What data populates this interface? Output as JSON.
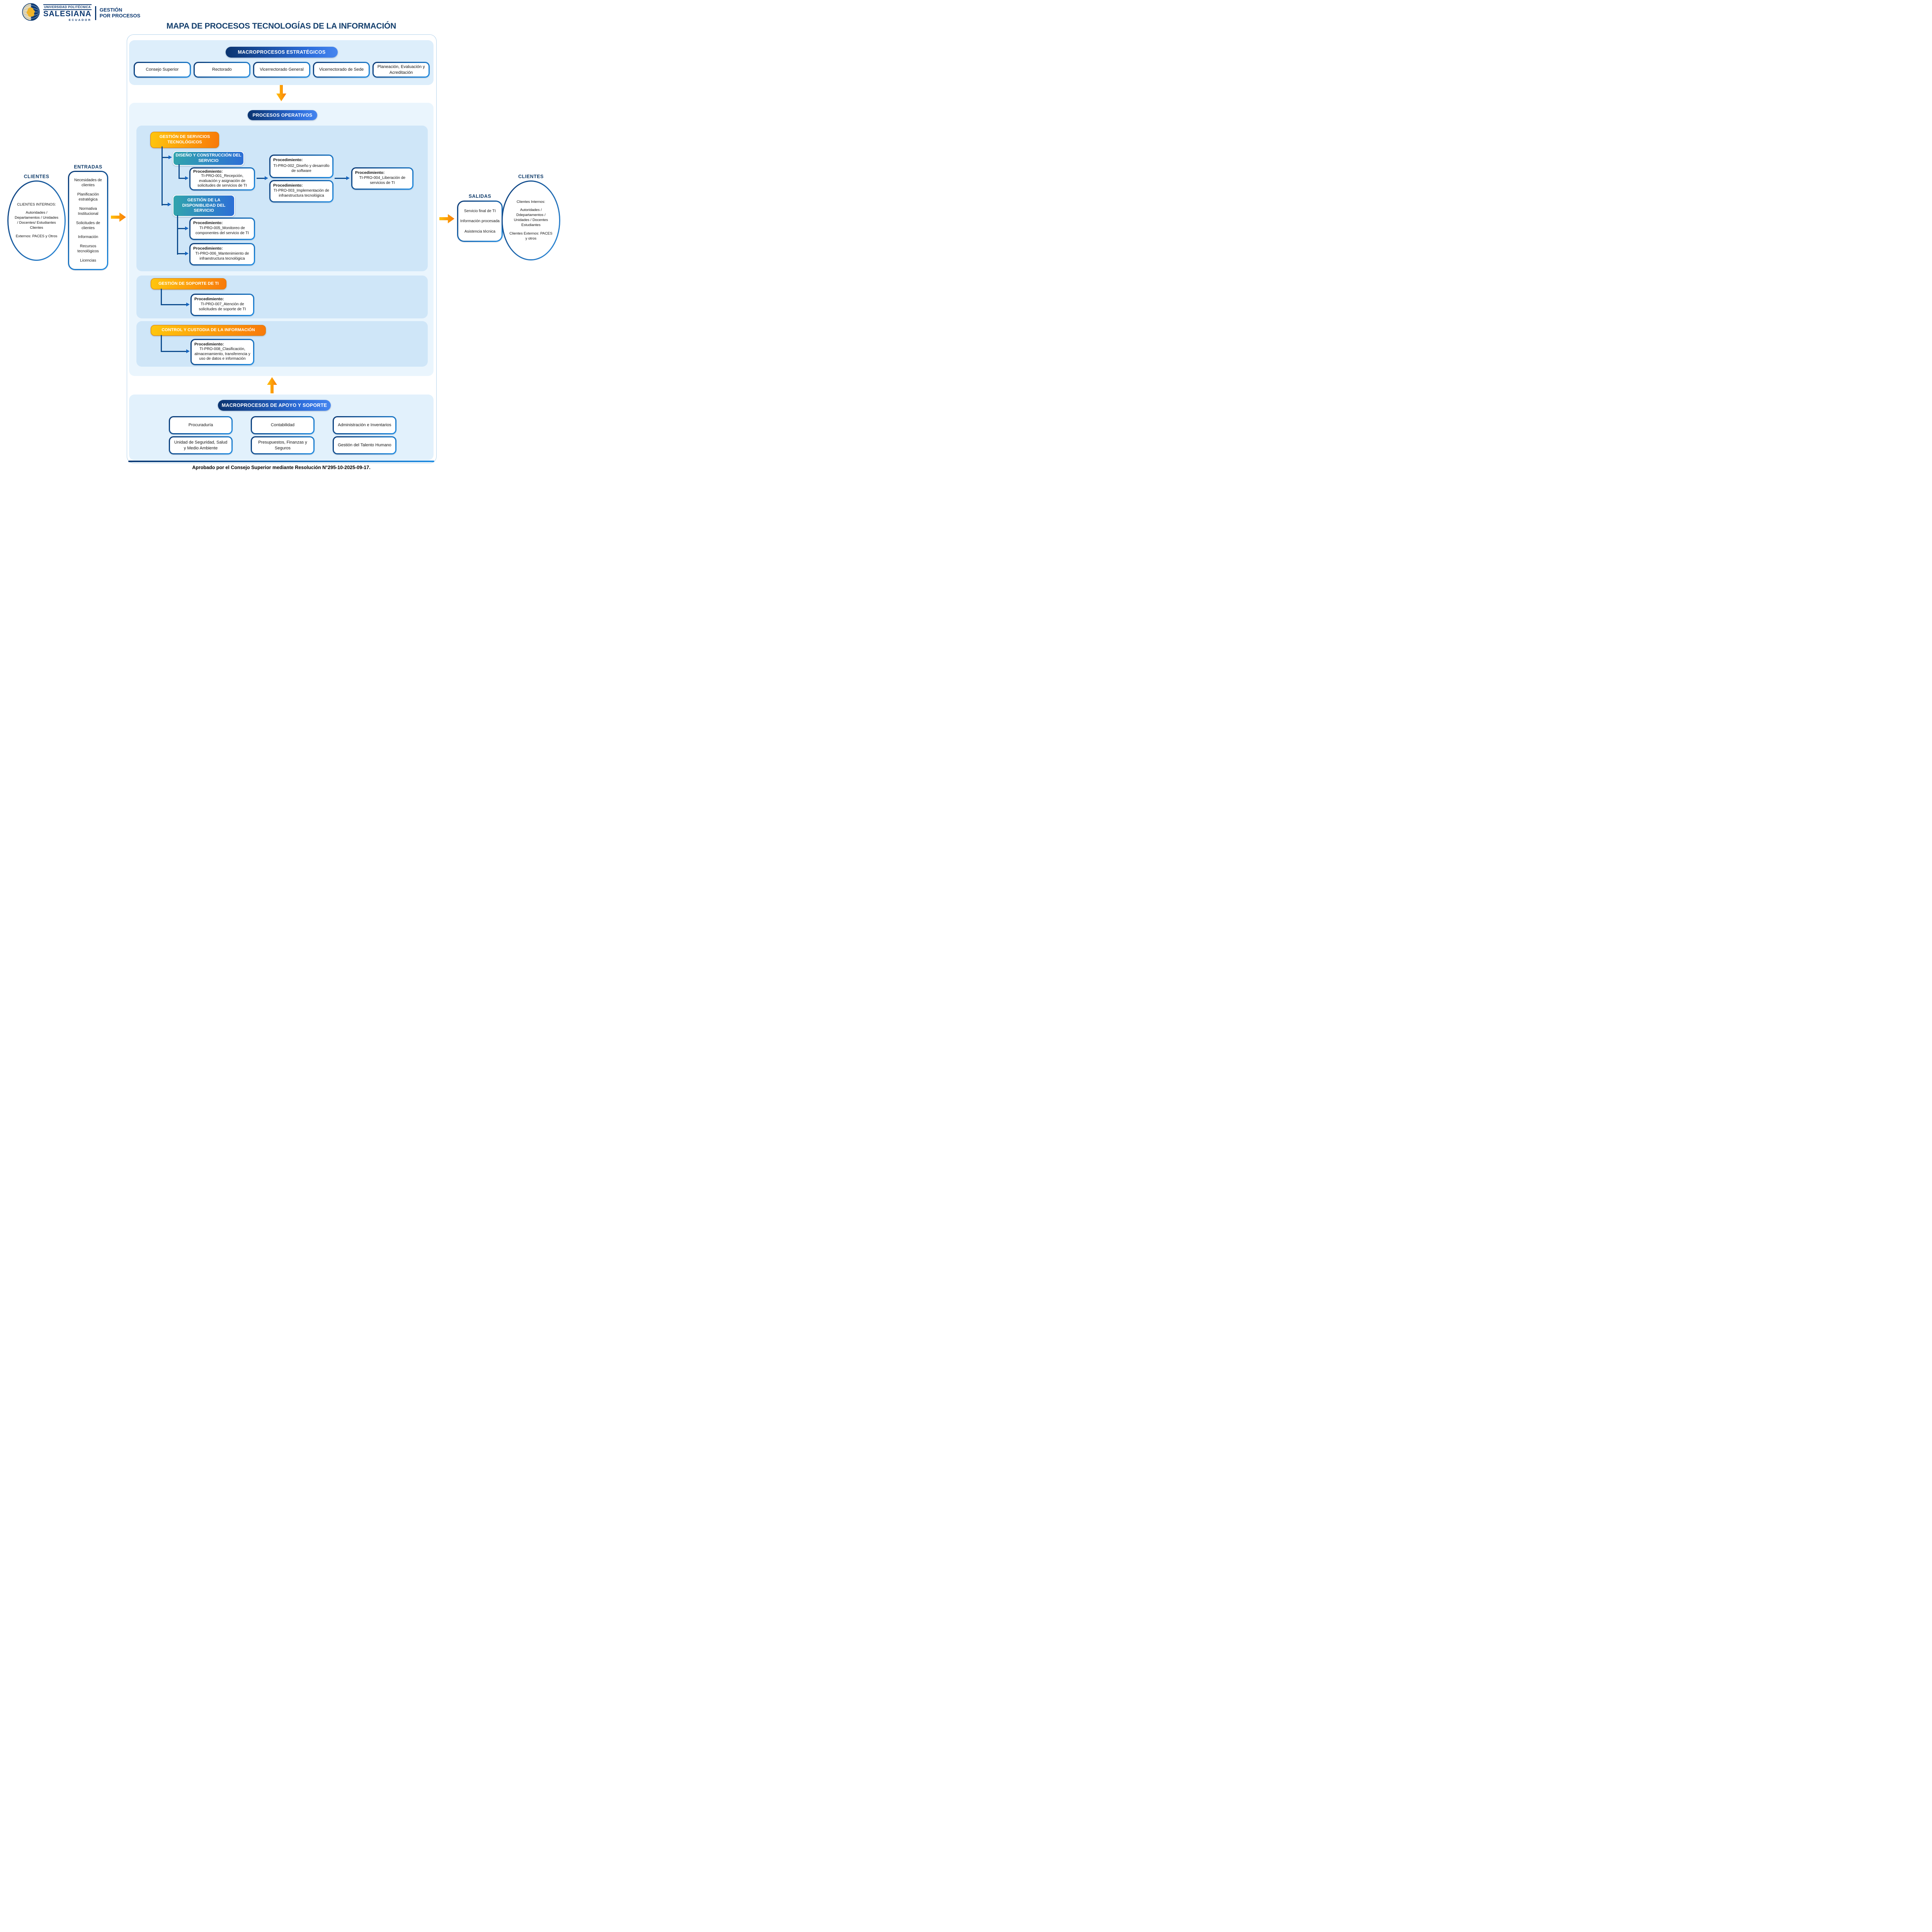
{
  "logo": {
    "line_top": "UNIVERSIDAD POLITÉCNICA",
    "line_main": "SALESIANA",
    "line_sub": "ECUADOR",
    "tagline1": "GESTIÓN",
    "tagline2": "POR PROCESOS"
  },
  "title": "MAPA DE PROCESOS TECNOLOGÍAS DE LA INFORMACIÓN",
  "labels": {
    "procedimiento": "Procedimiento:"
  },
  "strategic": {
    "header": "MACROPROCESOS ESTRATÉGICOS",
    "boxes": [
      "Consejo Superior",
      "Rectorado",
      "Vicerrectorado General",
      "Vicerrectorado de Sede",
      "Planeación, Evaluación y Acreditación"
    ]
  },
  "operative": {
    "header": "PROCESOS OPERATIVOS",
    "group1_title": "GESTIÓN DE SERVICIOS TECNOLÓGICOS",
    "sub_design": "DISEÑO Y CONSTRUCCIÓN DEL SERVICIO",
    "sub_availability": "GESTIÓN DE LA DISPONIBLIDAD DEL SERVICIO",
    "p001": "TI-PRO-001_Recepción, evaluación y asignación de solicitudes de servicios de TI",
    "p002": "TI-PRO-002_Diseño y desarrollo de software",
    "p003": "TI-PRO-003_Implementación de infraestructura tecnológica",
    "p004": "TI-PRO-004_Liberación de servicios de TI",
    "p005": "TI-PRO-005_Monitoreo de componentes del servicio de TI",
    "p006": "TI-PRO-006_Mantenimiento de infraestructura tecnológica",
    "group2_title": "GESTIÓN DE SOPORTE DE TI",
    "p007": "TI-PRO-007_Atención de solicitudes de soporte de TI",
    "group3_title": "CONTROL Y CUSTODIA DE LA INFORMACIÓN",
    "p008": "TI-PRO-008_Clasificación, almacenamiento, transferencia y uso de datos e información"
  },
  "support": {
    "header": "MACROPROCESOS DE APOYO Y SOPORTE",
    "boxes": [
      "Procuraduría",
      "Contabilidad",
      "Administración e Inventarios",
      "Unidad de Seguridad, Salud y Medio Ambiente",
      "Presupuestos, Finanzas y Seguros",
      "Gestión del Talento Humano"
    ]
  },
  "left": {
    "clientes_header": "CLIENTES",
    "clientes": [
      "CLIENTES INTERNOS:",
      "Autoridades / Departamentos / Unidades / Docentes/ Estudiantes Clientes",
      "Externos: PACES y Otros"
    ],
    "entradas_header": "ENTRADAS",
    "entradas": [
      "Necesidades de clientes",
      "Planificación estratégica",
      "Normativa Institucional",
      "Solicitudes de clientes",
      "Información",
      "Recursos tecnológicos",
      "Licencias"
    ]
  },
  "right": {
    "salidas_header": "SALIDAS",
    "salidas": [
      "Servicio final de TI",
      "Información procesada",
      "Asistencia técnica"
    ],
    "clientes_header": "CLIENTES",
    "clientes": [
      "Clientes Internos:",
      "Autoridades / Ddepartamentos / Unidades / Docentes Estudiantes",
      "Clientes Externos: PACES y otros"
    ]
  },
  "footer": "Aprobado por el Consejo Superior mediante Resolución N°295-10-2025-09-17.",
  "colors": {
    "navy": "#0e3a72",
    "title_navy": "#15406e",
    "pill_blue_start": "#0a3470",
    "pill_blue_end": "#4585ef",
    "orange_start": "#ffc60d",
    "orange_end": "#f8790a",
    "teal_start": "#31a4ad",
    "teal_end": "#2d6fd6",
    "connector_blue": "#0e4d8f",
    "panel_strategic": "#ddeefb",
    "panel_operative": "#eaf5fd",
    "panel_group": "#cfe6f8",
    "panel_support": "#e2f1fc"
  }
}
